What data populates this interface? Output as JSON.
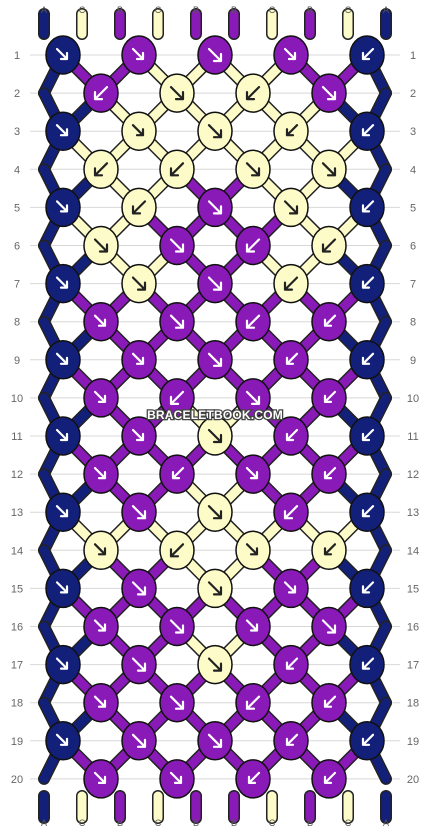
{
  "watermark": "BRACELETBOOK.COM",
  "colors": {
    "A": "#13207a",
    "B": "#8a1ab8",
    "C": "#fdfcc8"
  },
  "strands": {
    "top": [
      "A",
      "C",
      "B",
      "C",
      "B",
      "B",
      "C",
      "B",
      "C",
      "A"
    ],
    "bottom": [
      "A",
      "C",
      "B",
      "C",
      "B",
      "B",
      "C",
      "B",
      "C",
      "A"
    ]
  },
  "row_numbers": [
    "1",
    "2",
    "3",
    "4",
    "5",
    "6",
    "7",
    "8",
    "9",
    "10",
    "11",
    "12",
    "13",
    "14",
    "15",
    "16",
    "17",
    "18",
    "19",
    "20"
  ],
  "knot_rows": [
    [
      {
        "c": "A",
        "d": "fb"
      },
      {
        "c": "B",
        "d": "fb"
      },
      {
        "c": "B",
        "d": "f"
      },
      {
        "c": "B",
        "d": "fb"
      },
      {
        "c": "A",
        "d": "bf"
      }
    ],
    [
      {
        "c": "B",
        "d": "b"
      },
      {
        "c": "C",
        "d": "f"
      },
      {
        "c": "C",
        "d": "b"
      },
      {
        "c": "B",
        "d": "f"
      }
    ],
    [
      {
        "c": "A",
        "d": "fb"
      },
      {
        "c": "C",
        "d": "fb"
      },
      {
        "c": "C",
        "d": "f"
      },
      {
        "c": "C",
        "d": "bf"
      },
      {
        "c": "A",
        "d": "bf"
      }
    ],
    [
      {
        "c": "C",
        "d": "b"
      },
      {
        "c": "C",
        "d": "b"
      },
      {
        "c": "C",
        "d": "f"
      },
      {
        "c": "C",
        "d": "f"
      }
    ],
    [
      {
        "c": "A",
        "d": "fb"
      },
      {
        "c": "C",
        "d": "b"
      },
      {
        "c": "B",
        "d": "f"
      },
      {
        "c": "C",
        "d": "f"
      },
      {
        "c": "A",
        "d": "bf"
      }
    ],
    [
      {
        "c": "C",
        "d": "f"
      },
      {
        "c": "B",
        "d": "f"
      },
      {
        "c": "B",
        "d": "b"
      },
      {
        "c": "C",
        "d": "b"
      }
    ],
    [
      {
        "c": "A",
        "d": "fb"
      },
      {
        "c": "C",
        "d": "f"
      },
      {
        "c": "B",
        "d": "f"
      },
      {
        "c": "C",
        "d": "b"
      },
      {
        "c": "A",
        "d": "bf"
      }
    ],
    [
      {
        "c": "B",
        "d": "fb"
      },
      {
        "c": "B",
        "d": "f"
      },
      {
        "c": "B",
        "d": "b"
      },
      {
        "c": "B",
        "d": "bf"
      }
    ],
    [
      {
        "c": "A",
        "d": "fb"
      },
      {
        "c": "B",
        "d": "fb"
      },
      {
        "c": "B",
        "d": "f"
      },
      {
        "c": "B",
        "d": "bf"
      },
      {
        "c": "A",
        "d": "bf"
      }
    ],
    [
      {
        "c": "B",
        "d": "fb"
      },
      {
        "c": "B",
        "d": "b"
      },
      {
        "c": "B",
        "d": "f"
      },
      {
        "c": "B",
        "d": "bf"
      }
    ],
    [
      {
        "c": "A",
        "d": "fb"
      },
      {
        "c": "B",
        "d": "fb"
      },
      {
        "c": "C",
        "d": "f"
      },
      {
        "c": "B",
        "d": "bf"
      },
      {
        "c": "A",
        "d": "bf"
      }
    ],
    [
      {
        "c": "B",
        "d": "fb"
      },
      {
        "c": "B",
        "d": "bf"
      },
      {
        "c": "B",
        "d": "fb"
      },
      {
        "c": "B",
        "d": "bf"
      }
    ],
    [
      {
        "c": "A",
        "d": "fb"
      },
      {
        "c": "B",
        "d": "f"
      },
      {
        "c": "C",
        "d": "f"
      },
      {
        "c": "B",
        "d": "b"
      },
      {
        "c": "A",
        "d": "bf"
      }
    ],
    [
      {
        "c": "C",
        "d": "fb"
      },
      {
        "c": "C",
        "d": "b"
      },
      {
        "c": "C",
        "d": "fb"
      },
      {
        "c": "C",
        "d": "bf"
      }
    ],
    [
      {
        "c": "A",
        "d": "fb"
      },
      {
        "c": "B",
        "d": "f"
      },
      {
        "c": "C",
        "d": "f"
      },
      {
        "c": "B",
        "d": "fb"
      },
      {
        "c": "A",
        "d": "bf"
      }
    ],
    [
      {
        "c": "B",
        "d": "fb"
      },
      {
        "c": "B",
        "d": "f"
      },
      {
        "c": "B",
        "d": "fb"
      },
      {
        "c": "B",
        "d": "f"
      }
    ],
    [
      {
        "c": "A",
        "d": "fb"
      },
      {
        "c": "B",
        "d": "f"
      },
      {
        "c": "C",
        "d": "f"
      },
      {
        "c": "B",
        "d": "bf"
      },
      {
        "c": "A",
        "d": "bf"
      }
    ],
    [
      {
        "c": "B",
        "d": "fb"
      },
      {
        "c": "B",
        "d": "f"
      },
      {
        "c": "B",
        "d": "b"
      },
      {
        "c": "B",
        "d": "bf"
      }
    ],
    [
      {
        "c": "A",
        "d": "fb"
      },
      {
        "c": "B",
        "d": "f"
      },
      {
        "c": "B",
        "d": "f"
      },
      {
        "c": "B",
        "d": "bf"
      },
      {
        "c": "A",
        "d": "bf"
      }
    ],
    [
      {
        "c": "B",
        "d": "fb"
      },
      {
        "c": "B",
        "d": "fb"
      },
      {
        "c": "B",
        "d": "bf"
      },
      {
        "c": "B",
        "d": "bf"
      }
    ]
  ]
}
